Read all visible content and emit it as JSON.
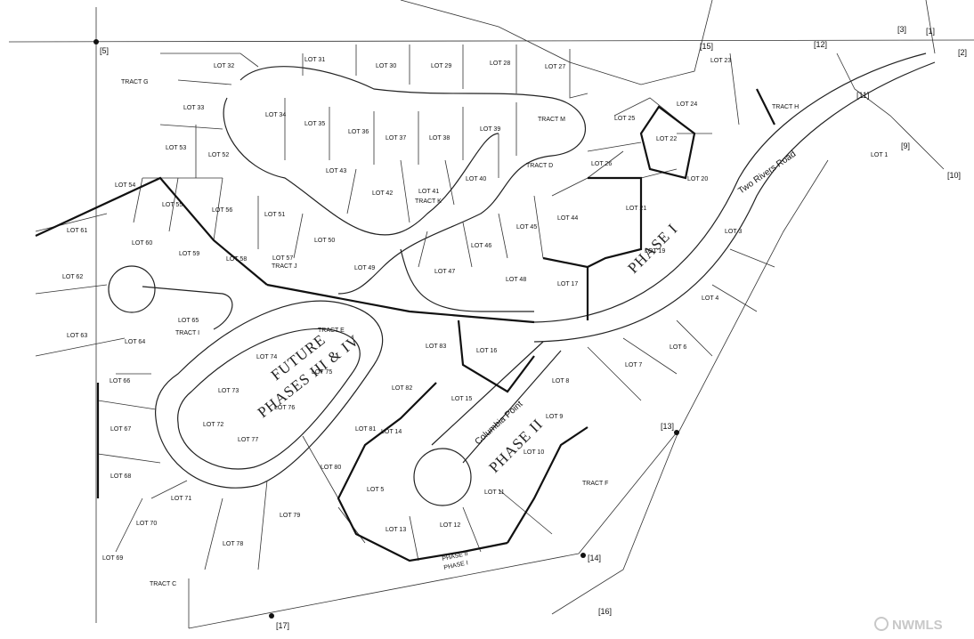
{
  "lots": [
    {
      "n": "LOT 1",
      "a": "",
      "s": ""
    },
    {
      "n": "LOT 3",
      "a": "",
      "s": ""
    },
    {
      "n": "LOT 4",
      "a": "",
      "s": ""
    },
    {
      "n": "LOT 5",
      "a": "",
      "s": ""
    },
    {
      "n": "LOT 6",
      "a": "",
      "s": ""
    },
    {
      "n": "LOT 7",
      "a": "",
      "s": ""
    },
    {
      "n": "LOT 8",
      "a": "",
      "s": ""
    },
    {
      "n": "LOT 9",
      "a": "",
      "s": ""
    },
    {
      "n": "LOT 10",
      "a": "",
      "s": ""
    },
    {
      "n": "LOT 11",
      "a": "",
      "s": ""
    },
    {
      "n": "LOT 12",
      "a": "",
      "s": ""
    },
    {
      "n": "LOT 13",
      "a": "",
      "s": ""
    },
    {
      "n": "LOT 14",
      "a": "",
      "s": ""
    },
    {
      "n": "LOT 15",
      "a": "",
      "s": ""
    },
    {
      "n": "LOT 16",
      "a": "",
      "s": ""
    },
    {
      "n": "LOT 17",
      "a": "",
      "s": ""
    },
    {
      "n": "LOT 19",
      "a": "",
      "s": ""
    },
    {
      "n": "LOT 20",
      "a": "",
      "s": ""
    },
    {
      "n": "LOT 21",
      "a": "",
      "s": ""
    },
    {
      "n": "LOT 22",
      "a": "",
      "s": ""
    },
    {
      "n": "LOT 23",
      "a": "",
      "s": ""
    },
    {
      "n": "LOT 24",
      "a": "",
      "s": ""
    },
    {
      "n": "LOT 25",
      "a": "",
      "s": ""
    },
    {
      "n": "LOT 26",
      "a": "",
      "s": ""
    },
    {
      "n": "LOT 27",
      "a": "",
      "s": ""
    },
    {
      "n": "LOT 28",
      "a": "",
      "s": ""
    },
    {
      "n": "LOT 29",
      "a": "",
      "s": ""
    },
    {
      "n": "LOT 30",
      "a": "",
      "s": ""
    },
    {
      "n": "LOT 31",
      "a": "",
      "s": ""
    },
    {
      "n": "LOT 32",
      "a": "",
      "s": ""
    },
    {
      "n": "LOT 33",
      "a": "",
      "s": ""
    },
    {
      "n": "LOT 34",
      "a": "",
      "s": ""
    },
    {
      "n": "LOT 35",
      "a": "",
      "s": ""
    },
    {
      "n": "LOT 36",
      "a": "",
      "s": ""
    },
    {
      "n": "LOT 37",
      "a": "",
      "s": ""
    },
    {
      "n": "LOT 38",
      "a": "",
      "s": ""
    },
    {
      "n": "LOT 39",
      "a": "",
      "s": ""
    },
    {
      "n": "LOT 40",
      "a": "",
      "s": ""
    },
    {
      "n": "LOT 41",
      "a": "",
      "s": ""
    },
    {
      "n": "LOT 42",
      "a": "",
      "s": ""
    },
    {
      "n": "LOT 43",
      "a": "",
      "s": ""
    },
    {
      "n": "LOT 44",
      "a": "",
      "s": ""
    },
    {
      "n": "LOT 45",
      "a": "",
      "s": ""
    },
    {
      "n": "LOT 46",
      "a": "",
      "s": ""
    },
    {
      "n": "LOT 47",
      "a": "",
      "s": ""
    },
    {
      "n": "LOT 48",
      "a": "",
      "s": ""
    },
    {
      "n": "LOT 49",
      "a": "",
      "s": ""
    },
    {
      "n": "LOT 50",
      "a": "",
      "s": ""
    },
    {
      "n": "LOT 51",
      "a": "",
      "s": ""
    },
    {
      "n": "LOT 52",
      "a": "",
      "s": ""
    },
    {
      "n": "LOT 53",
      "a": "",
      "s": ""
    },
    {
      "n": "LOT 54",
      "a": "",
      "s": ""
    },
    {
      "n": "LOT 55",
      "a": "",
      "s": ""
    },
    {
      "n": "LOT 56",
      "a": "",
      "s": ""
    },
    {
      "n": "LOT 57",
      "a": "",
      "s": ""
    },
    {
      "n": "LOT 58",
      "a": "",
      "s": ""
    },
    {
      "n": "LOT 59",
      "a": "",
      "s": ""
    },
    {
      "n": "LOT 60",
      "a": "",
      "s": ""
    },
    {
      "n": "LOT 61",
      "a": "",
      "s": ""
    },
    {
      "n": "LOT 62",
      "a": "",
      "s": ""
    },
    {
      "n": "LOT 63",
      "a": "",
      "s": ""
    },
    {
      "n": "LOT 64",
      "a": "",
      "s": ""
    },
    {
      "n": "LOT 65",
      "a": "",
      "s": ""
    },
    {
      "n": "LOT 66",
      "a": "",
      "s": ""
    },
    {
      "n": "LOT 67",
      "a": "",
      "s": ""
    },
    {
      "n": "LOT 68",
      "a": "",
      "s": ""
    },
    {
      "n": "LOT 69",
      "a": "",
      "s": ""
    },
    {
      "n": "LOT 70",
      "a": "",
      "s": ""
    },
    {
      "n": "LOT 71",
      "a": "",
      "s": ""
    },
    {
      "n": "LOT 72",
      "a": "",
      "s": ""
    },
    {
      "n": "LOT 73",
      "a": "",
      "s": ""
    },
    {
      "n": "LOT 74",
      "a": "",
      "s": ""
    },
    {
      "n": "LOT 75",
      "a": "",
      "s": ""
    },
    {
      "n": "LOT 76",
      "a": "",
      "s": ""
    },
    {
      "n": "LOT 77",
      "a": "",
      "s": ""
    },
    {
      "n": "LOT 78",
      "a": "",
      "s": ""
    },
    {
      "n": "LOT 79",
      "a": "",
      "s": ""
    },
    {
      "n": "LOT 80",
      "a": "",
      "s": ""
    },
    {
      "n": "LOT 81",
      "a": "",
      "s": ""
    },
    {
      "n": "LOT 82",
      "a": "",
      "s": ""
    },
    {
      "n": "LOT 83",
      "a": "",
      "s": ""
    }
  ],
  "tracts": {
    "c": "TRACT C",
    "d": "TRACT D",
    "e": "TRACT E",
    "f": "TRACT F",
    "g": "TRACT G",
    "h": "TRACT H",
    "i": "TRACT I",
    "j": "TRACT J",
    "k": "TRACT K",
    "m": "TRACT M"
  },
  "roads": {
    "two_rivers": "Two Rivers Road",
    "columbia": "Columbia Point"
  },
  "phases": {
    "future": "FUTURE",
    "phases_3_4": "PHASES III & IV",
    "phase_1": "PHASE I",
    "phase_2": "PHASE II",
    "phase_2_bottom": "PHASE II",
    "phase_1_bottom": "PHASE I"
  },
  "markers": [
    "[5]",
    "[3]",
    "[1]",
    "[2]",
    "[15]",
    "[12]",
    "[11]",
    "[9]",
    "[10]",
    "[13]",
    "[14]",
    "[16]",
    "[17]"
  ],
  "watermark": "NWMLS"
}
